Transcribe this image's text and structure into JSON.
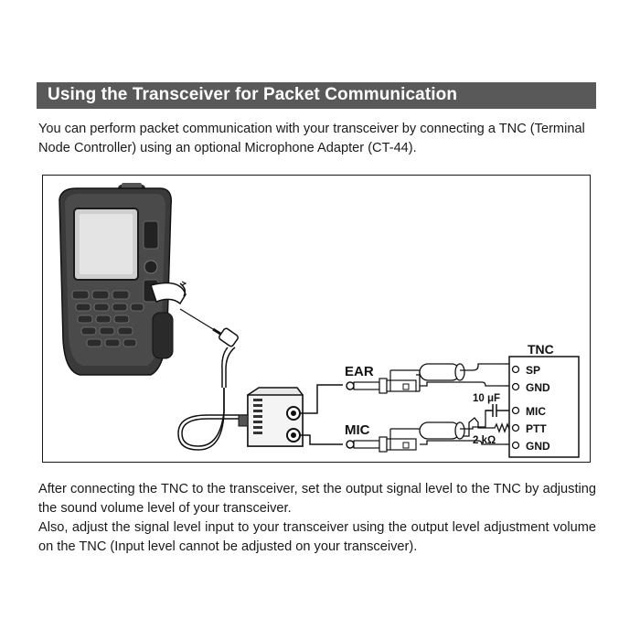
{
  "section": {
    "title": "Using the Transceiver for Packet Communication",
    "intro": "You can perform packet communication with your transceiver by connecting a TNC (Terminal Node Controller) using an optional Microphone Adapter (CT-44)."
  },
  "diagram": {
    "tnc_title": "TNC",
    "tnc_pins": [
      "SP",
      "GND",
      "MIC",
      "PTT",
      "GND"
    ],
    "ear_label": "EAR",
    "mic_label": "MIC",
    "capacitor_value": "10 μF",
    "resistor_value": "2 kΩ"
  },
  "body": {
    "paragraph1": "After connecting the TNC to the transceiver, set the output signal level to the TNC by adjusting the sound volume level of your transceiver.",
    "paragraph2": "Also, adjust the signal level input to your transceiver using the output level adjustment volume on the TNC (Input level cannot be adjusted on your transceiver)."
  }
}
